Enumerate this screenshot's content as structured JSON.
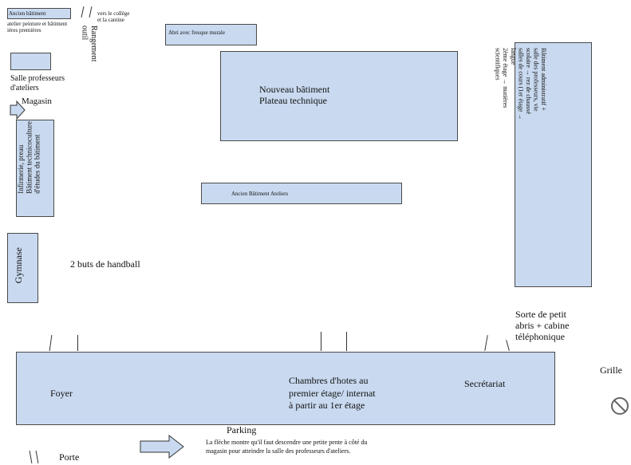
{
  "buildings": {
    "ancien_atelier_tag": "Ancien bâtiment",
    "atelier_peinture": "atelier peinture et bâtiment\nières premières",
    "vers_college": "vers le collège\net la cantine",
    "rangement": "Rangement\noutil",
    "abri_fresque": "Abri avec fresque murale",
    "salle_professeurs": "Salle professeurs\nd'ateliers",
    "magasin": "Magasin",
    "nouveau_batiment": "Nouveau bâtiment\nPlateau technique",
    "batiment_admin": "Bâtiment administratif +\nsalle des professeurs, vie\nscolaire → rez de chaussé\nsalles de cours (1er étage →\nlangue\n2ème étage → matières\nscientifiques",
    "infirmerie": "Infirmerie, preau\nBâtiment technicoculture\nd'études du bâtiment",
    "ancien_ateliers": "Ancien Bâtiment Ateliers",
    "gymnase": "Gymnase",
    "handball": "2 buts de handball",
    "abris_cabine": "Sorte de petit\nabris + cabine\ntéléphonique",
    "grille": "Grille",
    "foyer": "Foyer",
    "chambres": "Chambres d'hotes au\npremier étage/ internat\nà partir au 1er étage",
    "secretariat": "Secrétariat",
    "parking": "Parking"
  },
  "legend": {
    "porte": "Porte",
    "fleche_note": "La flèche montre qu'il faut descendre une petite pente à côté du\nmagasin pour atteindre la salle des professeurs d'ateliers."
  },
  "colors": {
    "building_fill": "#c9daf0",
    "border": "#4a4a4a"
  },
  "icons": [
    "arrow-right-icon",
    "arrow-down-icon",
    "no-entry-icon",
    "door-icon"
  ]
}
